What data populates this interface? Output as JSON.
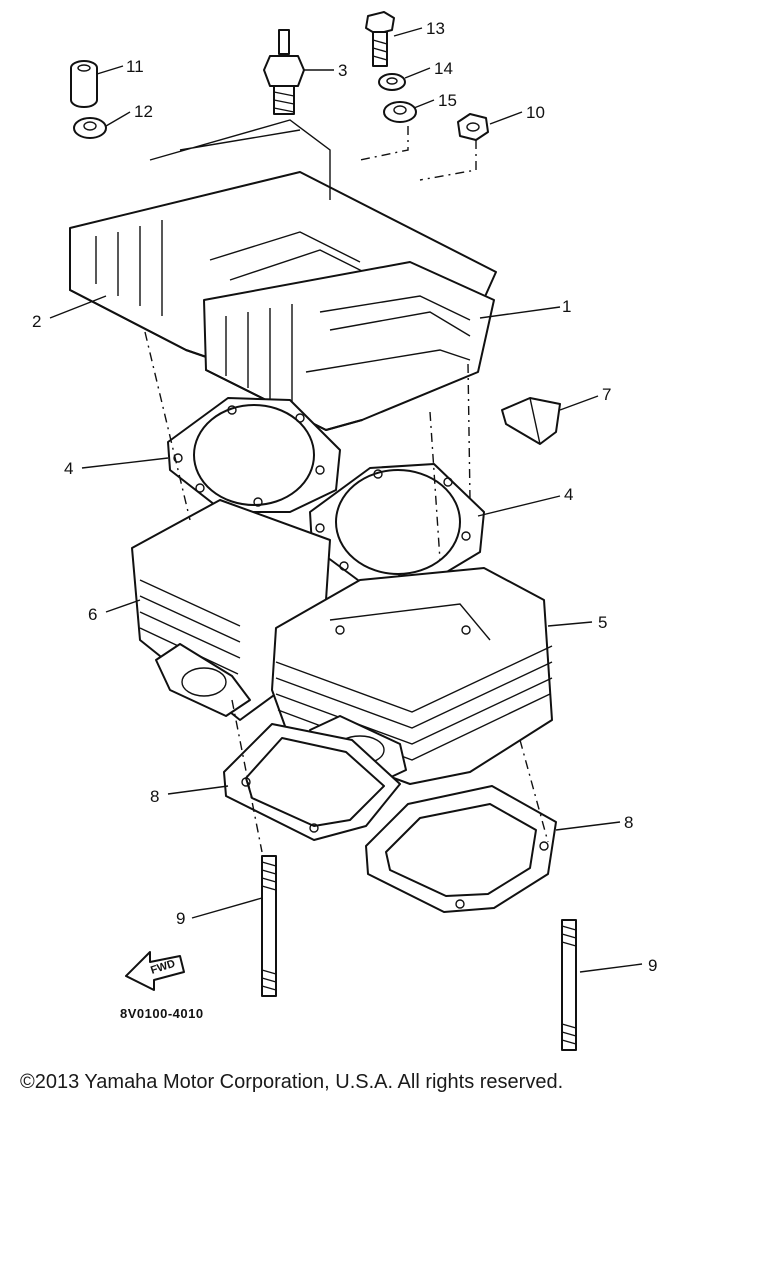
{
  "diagram": {
    "part_code": "8V0100-4010",
    "direction_arrow_label": "FWD",
    "callouts": [
      {
        "id": "c1",
        "number": "1"
      },
      {
        "id": "c2",
        "number": "2"
      },
      {
        "id": "c3",
        "number": "3"
      },
      {
        "id": "c4a",
        "number": "4"
      },
      {
        "id": "c4b",
        "number": "4"
      },
      {
        "id": "c5",
        "number": "5"
      },
      {
        "id": "c6",
        "number": "6"
      },
      {
        "id": "c7",
        "number": "7"
      },
      {
        "id": "c8a",
        "number": "8"
      },
      {
        "id": "c8b",
        "number": "8"
      },
      {
        "id": "c9a",
        "number": "9"
      },
      {
        "id": "c9b",
        "number": "9"
      },
      {
        "id": "c10",
        "number": "10"
      },
      {
        "id": "c11",
        "number": "11"
      },
      {
        "id": "c12",
        "number": "12"
      },
      {
        "id": "c13",
        "number": "13"
      },
      {
        "id": "c14",
        "number": "14"
      },
      {
        "id": "c15",
        "number": "15"
      }
    ]
  },
  "footer": {
    "copyright": "©2013 Yamaha Motor Corporation, U.S.A. All rights reserved."
  }
}
